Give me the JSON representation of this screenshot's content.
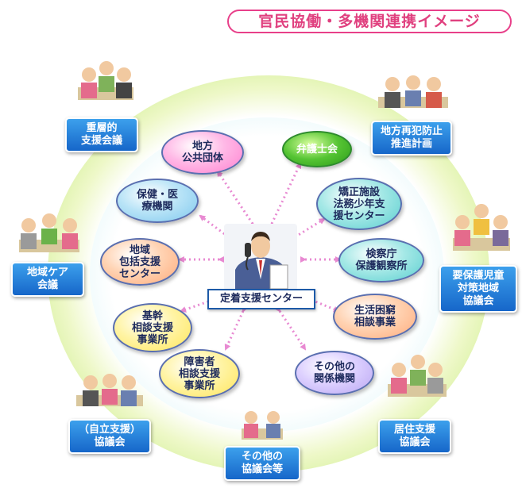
{
  "title": "官民協働・多機関連携イメージ",
  "center": {
    "label": "定着支援センター",
    "icon": "phone-man-icon"
  },
  "organizations": [
    {
      "id": "local-gov",
      "label": "地方\n公共団体",
      "color": "pink"
    },
    {
      "id": "bar-assoc",
      "label": "弁護士会",
      "color": "green"
    },
    {
      "id": "health-medical",
      "label": "保健・医\n療機関",
      "color": "blue"
    },
    {
      "id": "correctional",
      "label": "矯正施設\n法務少年支\n援センター",
      "color": "teal"
    },
    {
      "id": "community-care",
      "label": "地域\n包括支援\nセンター",
      "color": "orange"
    },
    {
      "id": "prosecution",
      "label": "検察庁\n保護観察所",
      "color": "teal"
    },
    {
      "id": "core-consult",
      "label": "基幹\n相談支援\n事業所",
      "color": "yellow"
    },
    {
      "id": "poverty-consult",
      "label": "生活困窮\n相談事業",
      "color": "orange"
    },
    {
      "id": "disability-consult",
      "label": "障害者\n相談支援\n事業所",
      "color": "yellow"
    },
    {
      "id": "other-agencies",
      "label": "その他の\n関係機関",
      "color": "lavender"
    }
  ],
  "meetings": [
    {
      "id": "multi-layer",
      "label": "重層的\n支援会議"
    },
    {
      "id": "recidivism-plan",
      "label": "地方再犯防止\n推進計画"
    },
    {
      "id": "community-care-meeting",
      "label": "地域ケア\n会議"
    },
    {
      "id": "child-protection",
      "label": "要保護児童\n対策地域\n協議会"
    },
    {
      "id": "self-support",
      "label": "（自立支援）\n協議会"
    },
    {
      "id": "housing-support",
      "label": "居住支援\n協議会"
    },
    {
      "id": "other-councils",
      "label": "その他の\n協議会等"
    }
  ],
  "colors": {
    "title_accent": "#e8408a",
    "meeting_box": "#1666c9",
    "arrow": "#e88ad2",
    "outer_ring": "#bde77a",
    "inner_ring": "#bfeaf2"
  }
}
